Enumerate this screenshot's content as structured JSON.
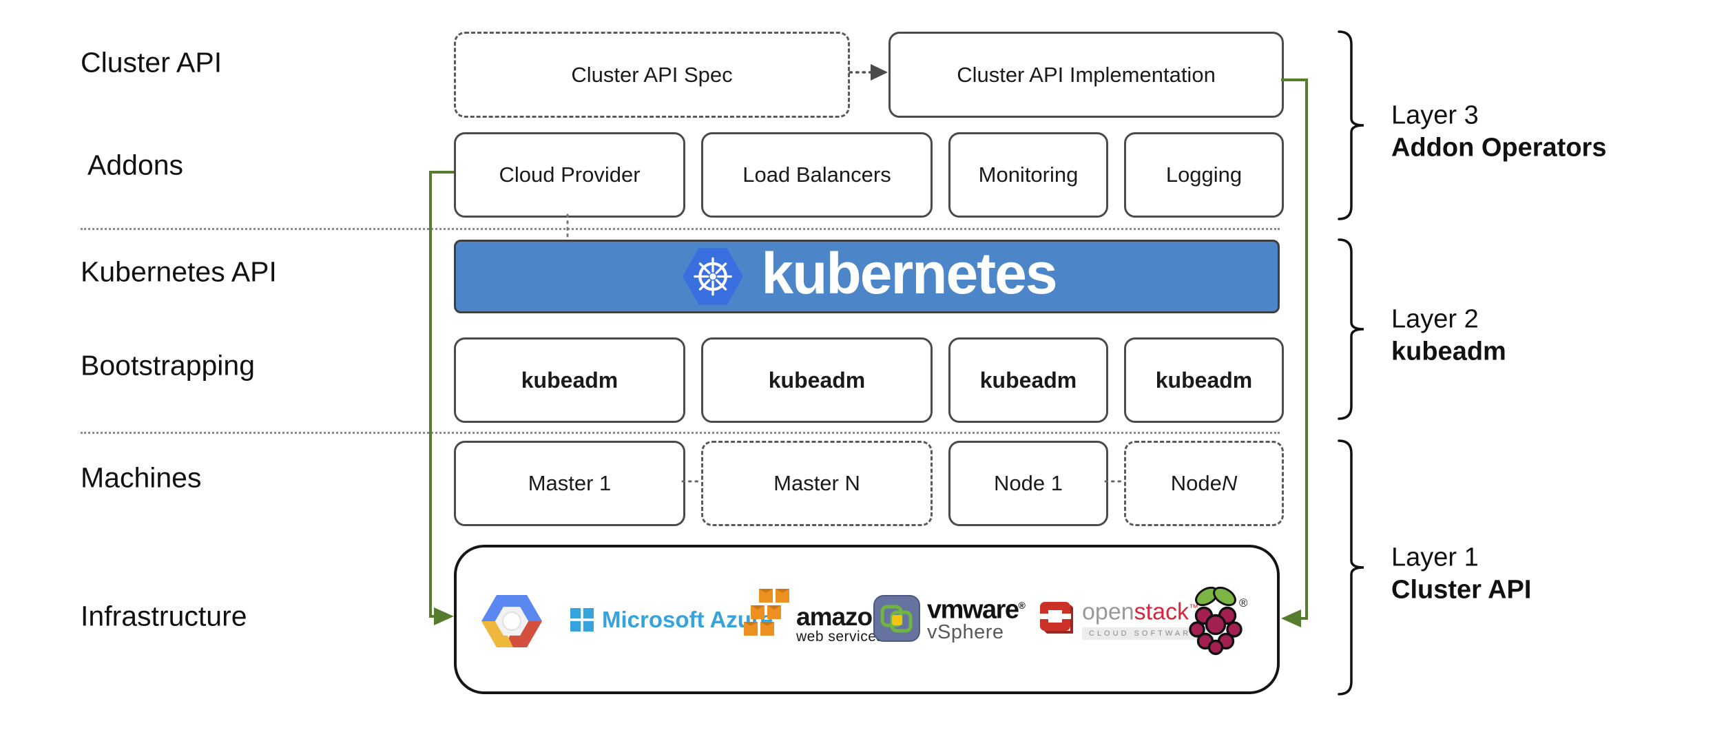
{
  "left_labels": [
    "Cluster API",
    "Addons",
    "Kubernetes API",
    "Bootstrapping",
    "Machines",
    "Infrastructure"
  ],
  "cluster_api_row": {
    "spec": "Cluster API Spec",
    "impl": "Cluster API Implementation"
  },
  "addons": [
    "Cloud Provider",
    "Load Balancers",
    "Monitoring",
    "Logging"
  ],
  "banner": {
    "text": "kubernetes"
  },
  "bootstrapping": [
    "kubeadm",
    "kubeadm",
    "kubeadm",
    "kubeadm"
  ],
  "machines": [
    {
      "text": "Master 1",
      "n": ""
    },
    {
      "text": "Master N",
      "n": ""
    },
    {
      "text": "Node 1",
      "n": ""
    },
    {
      "text": "Node ",
      "n": "N"
    }
  ],
  "layers": [
    {
      "line1": "Layer 3",
      "line2": "Addon Operators"
    },
    {
      "line1": "Layer 2",
      "line2": "kubeadm"
    },
    {
      "line1": "Layer 1",
      "line2": "Cluster API"
    }
  ],
  "infra": {
    "providers": [
      "Google Cloud Platform",
      "Microsoft Azure",
      "Amazon Web Services",
      "VMware vSphere",
      "OpenStack",
      "Raspberry Pi"
    ],
    "azure": "Microsoft Azure",
    "amazon": "amazon",
    "amazon_sub": "web services",
    "vmware": "vmware",
    "vmware_reg": "®",
    "vmware_sub": "vSphere",
    "openstack_open": "open",
    "openstack_stack": "stack",
    "openstack_tm": "™",
    "openstack_sub": "CLOUD SOFTWARE",
    "rpi_registered": "®"
  },
  "colors": {
    "banner-blue": "#4c86c8",
    "k8s-hex-blue": "#3a6fe0",
    "green": "#567c2e",
    "azure-blue": "#36a3dc",
    "aws-orange": "#ec9021",
    "aws-orange-dark": "#c97616",
    "openstack-red": "#d6273e",
    "openstack-icon-red": "#cc3128",
    "vmware-slate": "#66739f",
    "vmware-green": "#6fb53f",
    "vmware-yellow": "#f2c40e",
    "gcp-blue": "#5b87f0",
    "gcp-red": "#d3503f",
    "gcp-yellow": "#efb83d",
    "rpi-green": "#7db544",
    "rpi-crimson": "#a32152"
  }
}
